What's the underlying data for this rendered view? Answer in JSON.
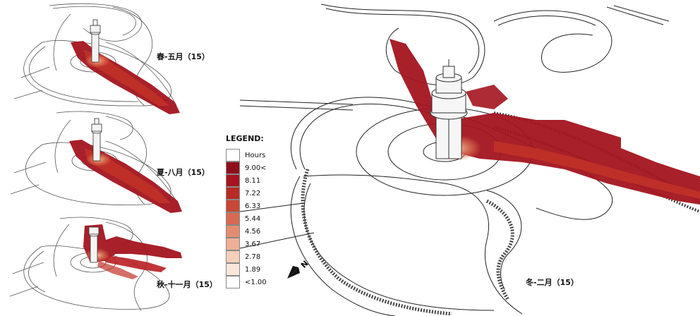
{
  "panels": [
    {
      "label": "春-五月（15）"
    },
    {
      "label": "夏-八月（15）"
    },
    {
      "label": "秋-十一月（15）"
    },
    {
      "label": "冬-二月（15）"
    }
  ],
  "legend": {
    "title": "LEGEND:",
    "unit": "Hours",
    "items": [
      {
        "label": "9.00<",
        "color": "#8e0f1c"
      },
      {
        "label": "8.11",
        "color": "#a6141f"
      },
      {
        "label": "7.22",
        "color": "#ba2a25"
      },
      {
        "label": "6.33",
        "color": "#c84735"
      },
      {
        "label": "5.44",
        "color": "#d66a50"
      },
      {
        "label": "4.56",
        "color": "#e38d6f"
      },
      {
        "label": "3.67",
        "color": "#efb097"
      },
      {
        "label": "2.78",
        "color": "#f6cfbc"
      },
      {
        "label": "1.89",
        "color": "#fbe6dc"
      },
      {
        "label": "<1.00",
        "color": "#ffffff"
      }
    ]
  },
  "compass": {
    "letter": "N"
  },
  "colors": {
    "shadow_dark": "#9e1420",
    "shadow_mid": "#c23227",
    "shadow_light": "#f2b89c",
    "line": "#222222"
  }
}
